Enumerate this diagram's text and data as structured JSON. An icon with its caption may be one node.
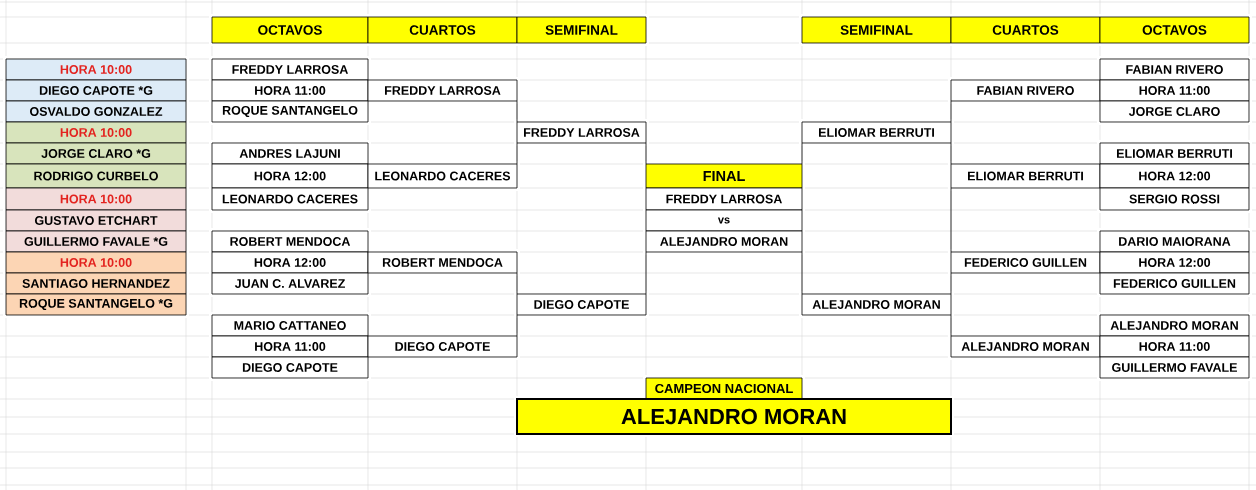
{
  "diagram": {
    "nodes": [
      {
        "text": [
          "OCTAVOS"
        ]
      },
      {
        "text": [
          "CUARTOS"
        ]
      },
      {
        "text": [
          "SEMIFINAL"
        ]
      },
      {
        "text": [
          "SEMIFINAL"
        ]
      },
      {
        "text": [
          "CUARTOS"
        ]
      },
      {
        "text": [
          "OCTAVOS"
        ]
      },
      {
        "text": [
          "HORA 10:00"
        ]
      },
      {
        "text": [
          "DIEGO CAPOTE *G"
        ]
      },
      {
        "text": [
          "OSVALDO GONZALEZ"
        ]
      },
      {
        "text": [
          "HORA 10:00"
        ]
      },
      {
        "text": [
          "JORGE CLARO *G"
        ]
      },
      {
        "text": [
          "RODRIGO CURBELO"
        ]
      },
      {
        "text": [
          "HORA 10:00"
        ]
      },
      {
        "text": [
          "GUSTAVO ETCHART"
        ]
      },
      {
        "text": [
          "GUILLERMO FAVALE *G"
        ]
      },
      {
        "text": [
          "HORA 10:00"
        ]
      },
      {
        "text": [
          "SANTIAGO HERNANDEZ"
        ]
      },
      {
        "text": [
          "ROQUE SANTANGELO *G"
        ]
      },
      {
        "text": [
          "FREDDY LARROSA"
        ]
      },
      {
        "text": [
          "HORA 11:00"
        ]
      },
      {
        "text": [
          "ROQUE SANTANGELO"
        ]
      },
      {
        "text": [
          "ANDRES LAJUNI"
        ]
      },
      {
        "text": [
          "HORA 12:00"
        ]
      },
      {
        "text": [
          "LEONARDO CACERES"
        ]
      },
      {
        "text": [
          "ROBERT MENDOCA"
        ]
      },
      {
        "text": [
          "HORA 12:00"
        ]
      },
      {
        "text": [
          "JUAN C. ALVAREZ"
        ]
      },
      {
        "text": [
          "MARIO CATTANEO"
        ]
      },
      {
        "text": [
          "HORA 11:00"
        ]
      },
      {
        "text": [
          "DIEGO CAPOTE"
        ]
      },
      {
        "text": [
          "FREDDY LARROSA"
        ]
      },
      {
        "text": [
          "LEONARDO CACERES"
        ]
      },
      {
        "text": [
          "ROBERT MENDOCA"
        ]
      },
      {
        "text": [
          "DIEGO CAPOTE"
        ]
      },
      {
        "text": [
          "FREDDY LARROSA"
        ]
      },
      {
        "text": [
          "DIEGO CAPOTE"
        ]
      },
      {
        "text": [
          "FINAL"
        ]
      },
      {
        "text": [
          "FREDDY LARROSA"
        ]
      },
      {
        "text": [
          "vs"
        ]
      },
      {
        "text": [
          "ALEJANDRO MORAN"
        ]
      },
      {
        "text": [
          "ELIOMAR BERRUTI"
        ]
      },
      {
        "text": [
          "ALEJANDRO MORAN"
        ]
      },
      {
        "text": [
          "FABIAN RIVERO"
        ]
      },
      {
        "text": [
          "ELIOMAR BERRUTI"
        ]
      },
      {
        "text": [
          "FEDERICO GUILLEN"
        ]
      },
      {
        "text": [
          "ALEJANDRO MORAN"
        ]
      },
      {
        "text": [
          "FABIAN RIVERO"
        ]
      },
      {
        "text": [
          "HORA 11:00"
        ]
      },
      {
        "text": [
          "JORGE CLARO"
        ]
      },
      {
        "text": [
          "ELIOMAR BERRUTI"
        ]
      },
      {
        "text": [
          "HORA 12:00"
        ]
      },
      {
        "text": [
          "SERGIO ROSSI"
        ]
      },
      {
        "text": [
          "DARIO MAIORANA"
        ]
      },
      {
        "text": [
          "HORA 12:00"
        ]
      },
      {
        "text": [
          "FEDERICO GUILLEN"
        ]
      },
      {
        "text": [
          "ALEJANDRO MORAN"
        ]
      },
      {
        "text": [
          "HORA 11:00"
        ]
      },
      {
        "text": [
          "GUILLERMO FAVALE"
        ]
      },
      {
        "text": [
          "CAMPEON NACIONAL"
        ]
      },
      {
        "text": [
          "ALEJANDRO MORAN"
        ]
      }
    ],
    "edges": [
      {
        "from": 30,
        "to": 34,
        "arrow": "none"
      },
      {
        "from": 31,
        "to": 34,
        "arrow": "none"
      },
      {
        "from": 32,
        "to": 35,
        "arrow": "none"
      },
      {
        "from": 33,
        "to": 35,
        "arrow": "none"
      },
      {
        "from": 34,
        "to": 36,
        "arrow": "none"
      },
      {
        "from": 35,
        "to": 39,
        "arrow": "none"
      },
      {
        "from": 40,
        "to": 36,
        "arrow": "none"
      },
      {
        "from": 41,
        "to": 39,
        "arrow": "none"
      },
      {
        "from": 42,
        "to": 40,
        "arrow": "none"
      },
      {
        "from": 43,
        "to": 40,
        "arrow": "none"
      },
      {
        "from": 43,
        "to": 44,
        "arrow": "none"
      },
      {
        "from": 44,
        "to": 41,
        "arrow": "none"
      },
      {
        "from": 45,
        "to": 41,
        "arrow": "none"
      }
    ]
  }
}
